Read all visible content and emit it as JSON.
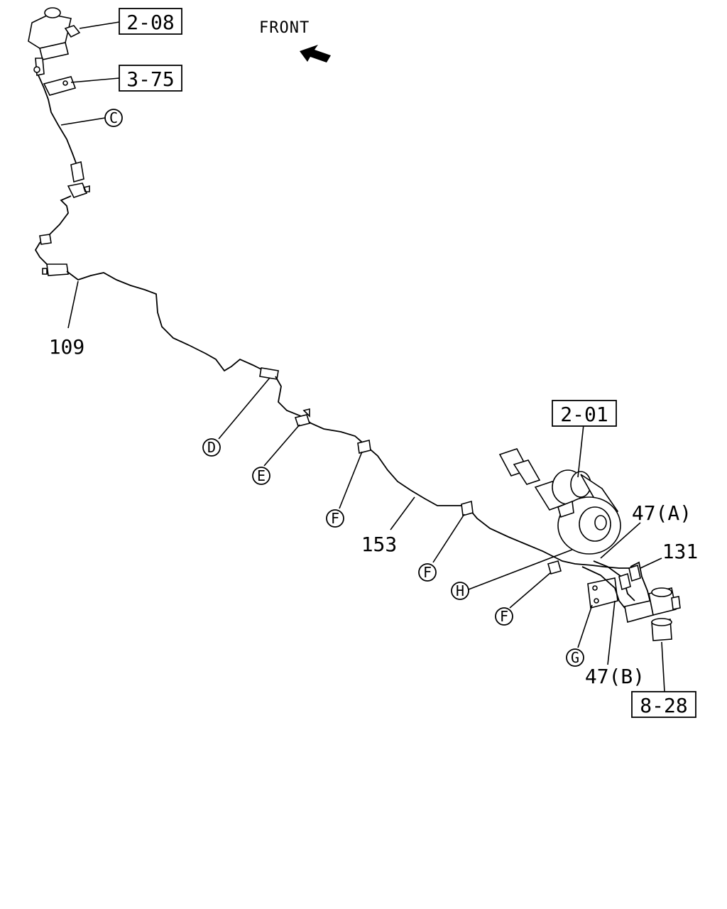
{
  "direction": {
    "label": "FRONT"
  },
  "refs": {
    "r208": "2-08",
    "r375": "3-75",
    "r201": "2-01",
    "r828": "8-28"
  },
  "parts": {
    "p109": "109",
    "p153": "153",
    "p47a": "47(A)",
    "p47b": "47(B)",
    "p131": "131"
  },
  "callouts": {
    "c": "C",
    "d": "D",
    "e": "E",
    "f1": "F",
    "f2": "F",
    "f3": "F",
    "g": "G",
    "h": "H"
  }
}
